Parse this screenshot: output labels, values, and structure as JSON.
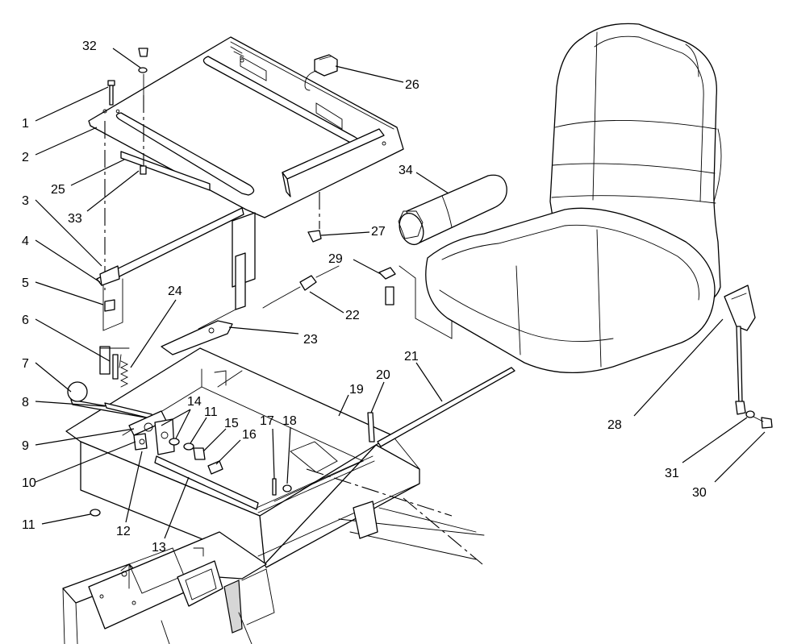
{
  "callouts": [
    {
      "id": "c1",
      "label": "1"
    },
    {
      "id": "c2",
      "label": "2"
    },
    {
      "id": "c3",
      "label": "3"
    },
    {
      "id": "c4",
      "label": "4"
    },
    {
      "id": "c5",
      "label": "5"
    },
    {
      "id": "c6",
      "label": "6"
    },
    {
      "id": "c7",
      "label": "7"
    },
    {
      "id": "c8",
      "label": "8"
    },
    {
      "id": "c9",
      "label": "9"
    },
    {
      "id": "c10",
      "label": "10"
    },
    {
      "id": "c11a",
      "label": "11"
    },
    {
      "id": "c11b",
      "label": "11"
    },
    {
      "id": "c12",
      "label": "12"
    },
    {
      "id": "c13",
      "label": "13"
    },
    {
      "id": "c14",
      "label": "14"
    },
    {
      "id": "c15",
      "label": "15"
    },
    {
      "id": "c16",
      "label": "16"
    },
    {
      "id": "c17",
      "label": "17"
    },
    {
      "id": "c18",
      "label": "18"
    },
    {
      "id": "c19",
      "label": "19"
    },
    {
      "id": "c20",
      "label": "20"
    },
    {
      "id": "c21",
      "label": "21"
    },
    {
      "id": "c22",
      "label": "22"
    },
    {
      "id": "c23",
      "label": "23"
    },
    {
      "id": "c24",
      "label": "24"
    },
    {
      "id": "c25",
      "label": "25"
    },
    {
      "id": "c26",
      "label": "26"
    },
    {
      "id": "c27",
      "label": "27"
    },
    {
      "id": "c28",
      "label": "28"
    },
    {
      "id": "c29",
      "label": "29"
    },
    {
      "id": "c30",
      "label": "30"
    },
    {
      "id": "c31",
      "label": "31"
    },
    {
      "id": "c32",
      "label": "32"
    },
    {
      "id": "c33",
      "label": "33"
    },
    {
      "id": "c34",
      "label": "34"
    }
  ]
}
